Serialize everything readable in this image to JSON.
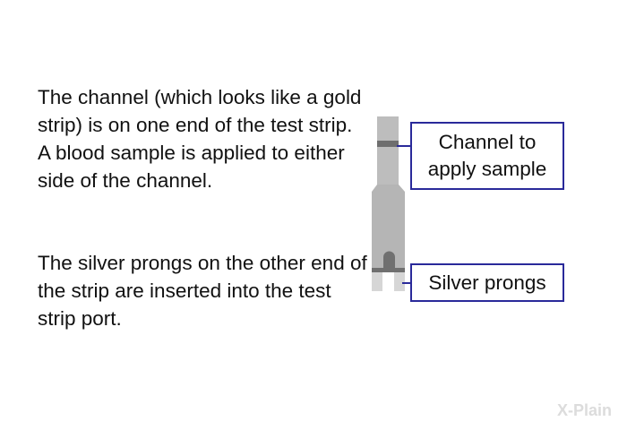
{
  "paragraphs": [
    "The channel (which looks like a gold strip) is on one end of the test strip. A blood sample is applied to either side of the channel.",
    "The silver prongs on the other end of the strip are inserted into the test strip port."
  ],
  "callouts": {
    "channel": "Channel to apply sample",
    "prongs": "Silver prongs"
  },
  "logo": "X-Plain"
}
